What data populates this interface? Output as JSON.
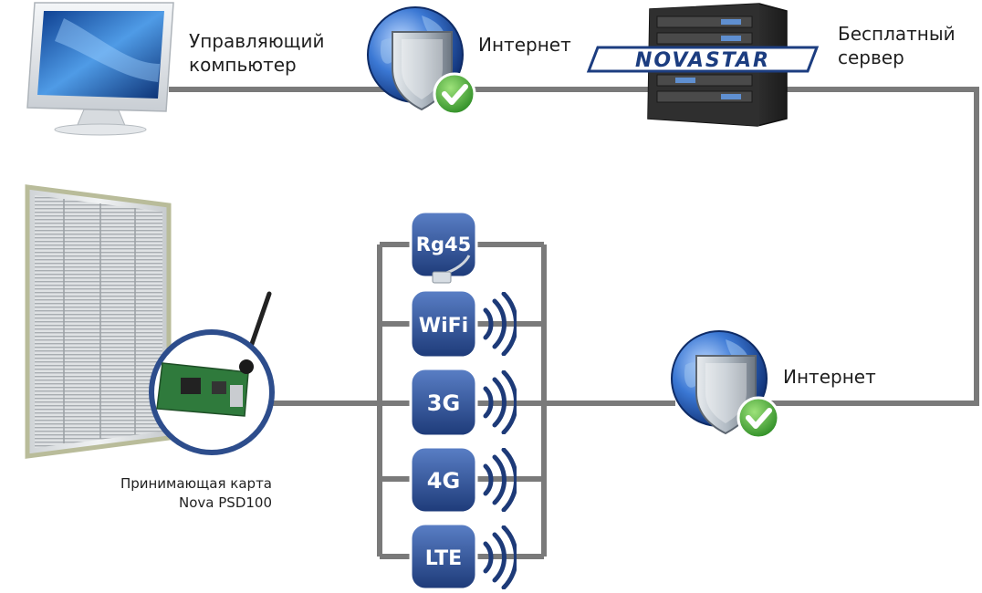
{
  "nodes": {
    "control_pc": {
      "label_line1": "Управляющий",
      "label_line2": "компьютер"
    },
    "internet_top": {
      "label": "Интернет"
    },
    "server": {
      "logo": "NOVASTAR",
      "label_line1": "Бесплатный",
      "label_line2": "сервер"
    },
    "internet_bottom": {
      "label": "Интернет"
    },
    "receiver": {
      "label_line1": "Принимающая карта",
      "label_line2": "Nova PSD100"
    }
  },
  "connections": [
    {
      "name": "Rg45",
      "label": "Rg45",
      "icon": "ethernet-cable-icon",
      "wireless": false
    },
    {
      "name": "WiFi",
      "label": "WiFi",
      "icon": "wifi-waves-icon",
      "wireless": true
    },
    {
      "name": "3G",
      "label": "3G",
      "icon": "signal-waves-icon",
      "wireless": true
    },
    {
      "name": "4G",
      "label": "4G",
      "icon": "signal-waves-icon",
      "wireless": true
    },
    {
      "name": "LTE",
      "label": "LTE",
      "icon": "signal-waves-icon",
      "wireless": true
    }
  ],
  "colors": {
    "line": "#7a7a7a",
    "badge": "#2d4d8c",
    "globe": "#3466b8",
    "shield": "#9aa3ad",
    "check": "#3aa832",
    "logo_blue": "#1c3d80"
  }
}
